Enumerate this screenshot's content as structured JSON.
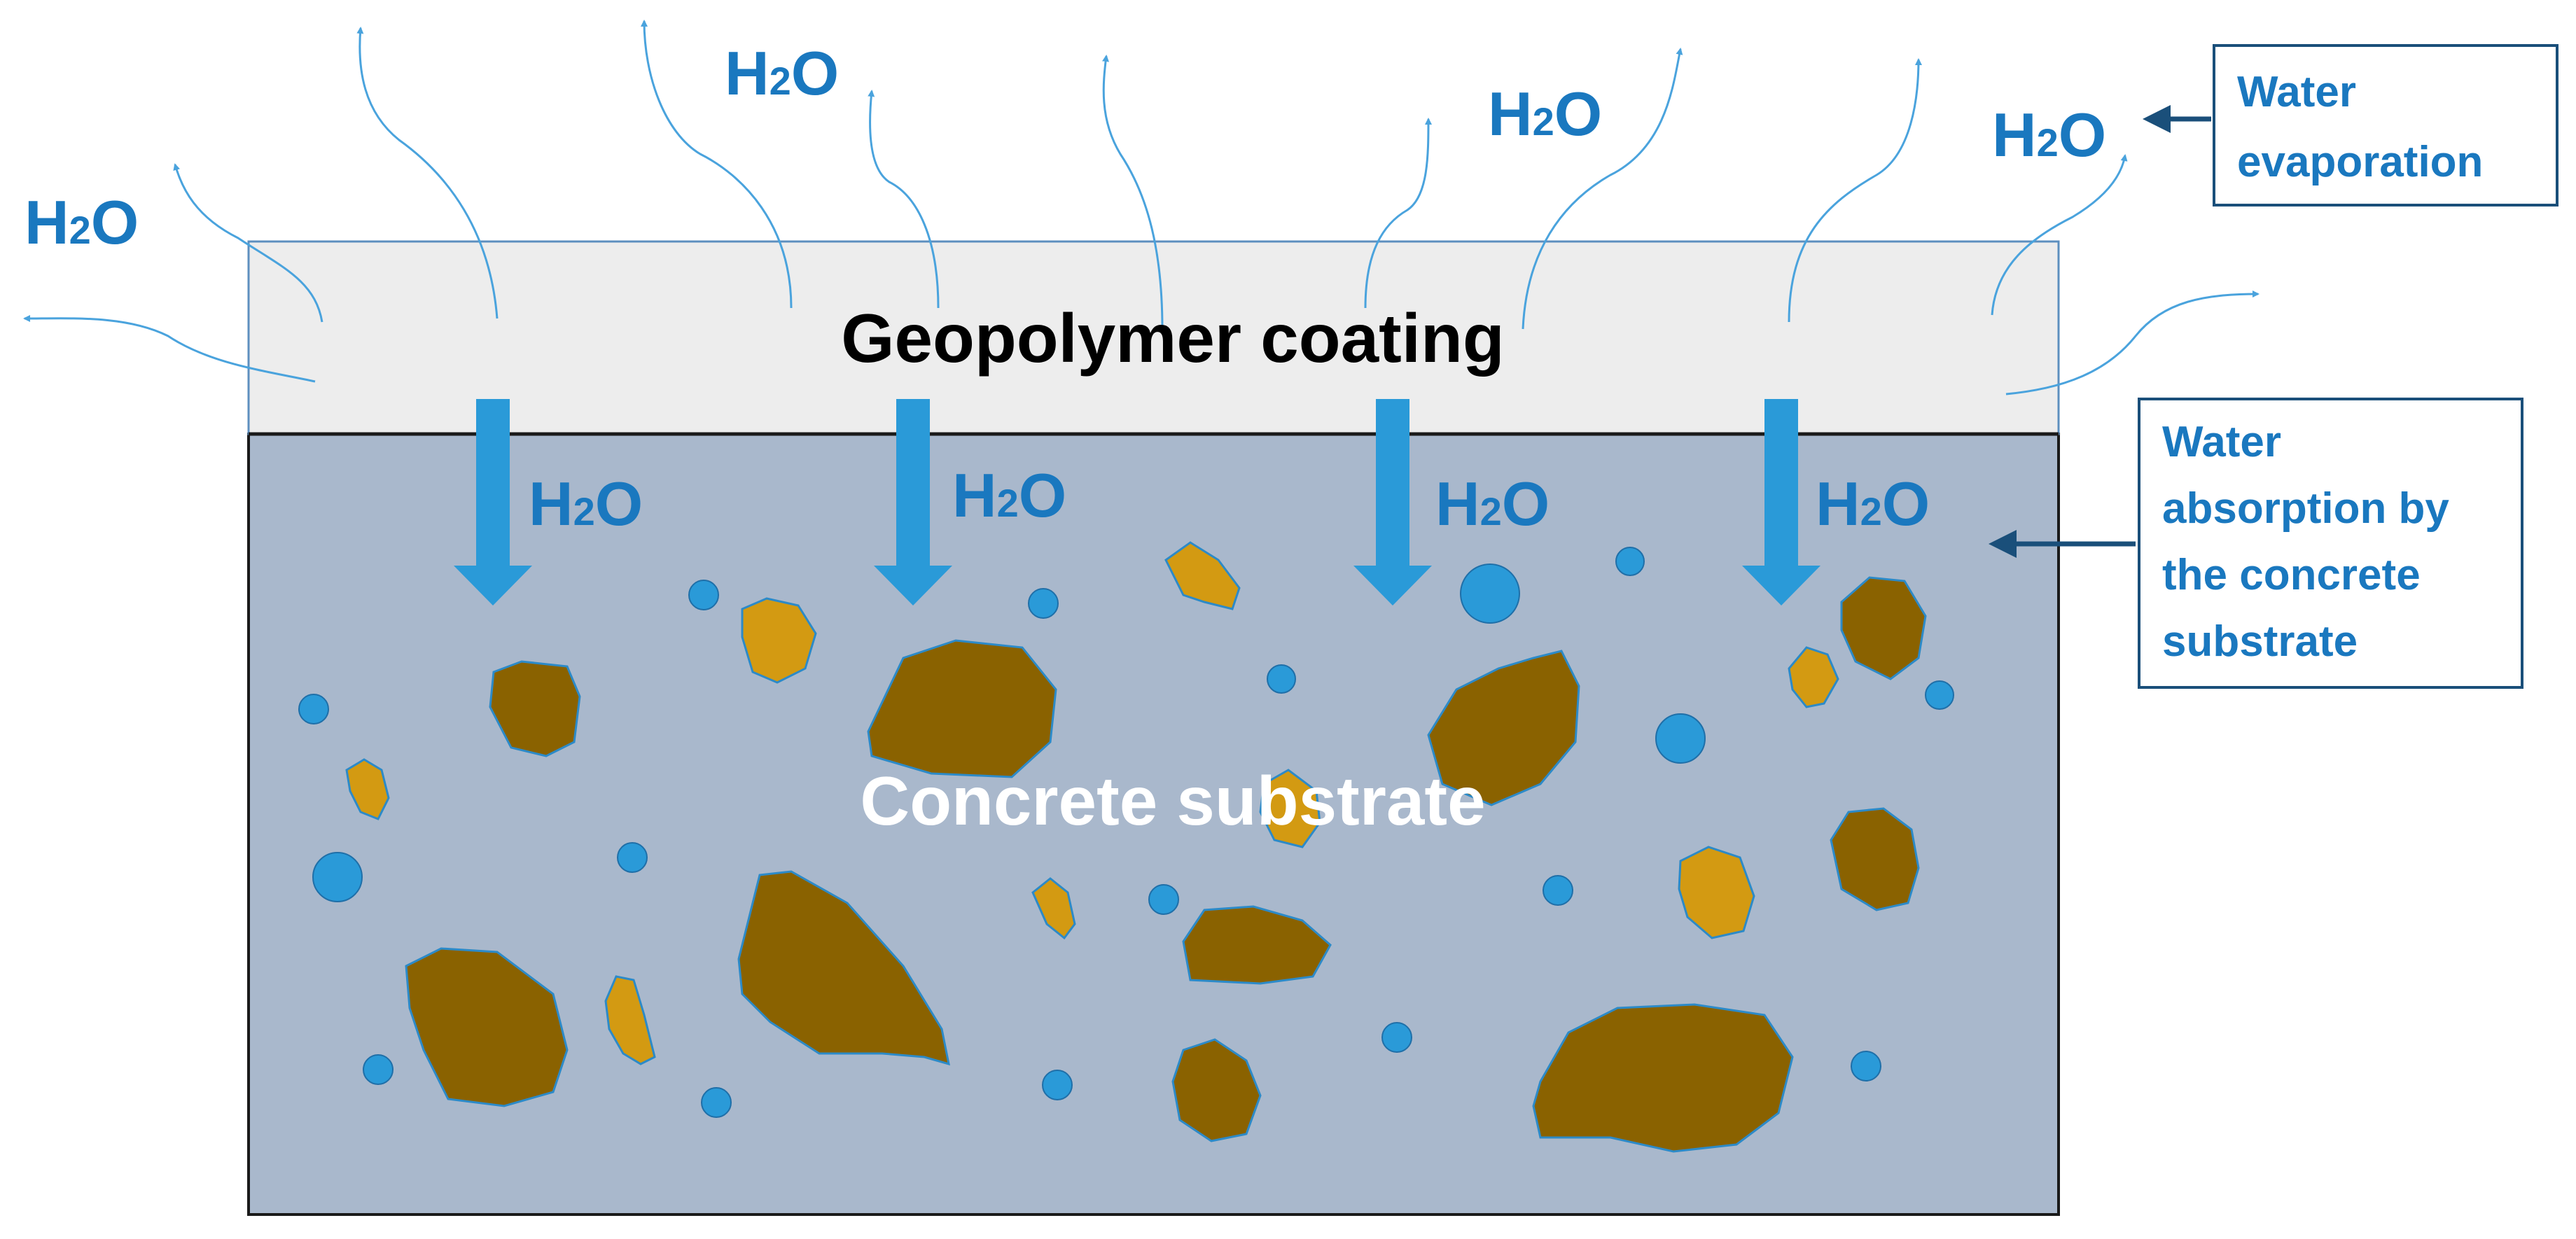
{
  "coating_label": "Geopolymer coating",
  "substrate_label": "Concrete substrate",
  "water_symbol": {
    "main": "H",
    "subscript": "2",
    "end": "O"
  },
  "evaporation_note": {
    "lines": [
      "Water",
      "evaporation"
    ]
  },
  "absorption_note": {
    "lines": [
      "Water",
      "absorption by",
      "the concrete",
      "substrate"
    ]
  },
  "colors": {
    "coating": "#ededed",
    "substrate": "#a9b8cc",
    "water": "#1a78bf",
    "droplet": "#2a9ad8",
    "aggregate_dark": "#8a6200",
    "aggregate_light": "#d39a12",
    "outline": "#2c8ac8"
  }
}
